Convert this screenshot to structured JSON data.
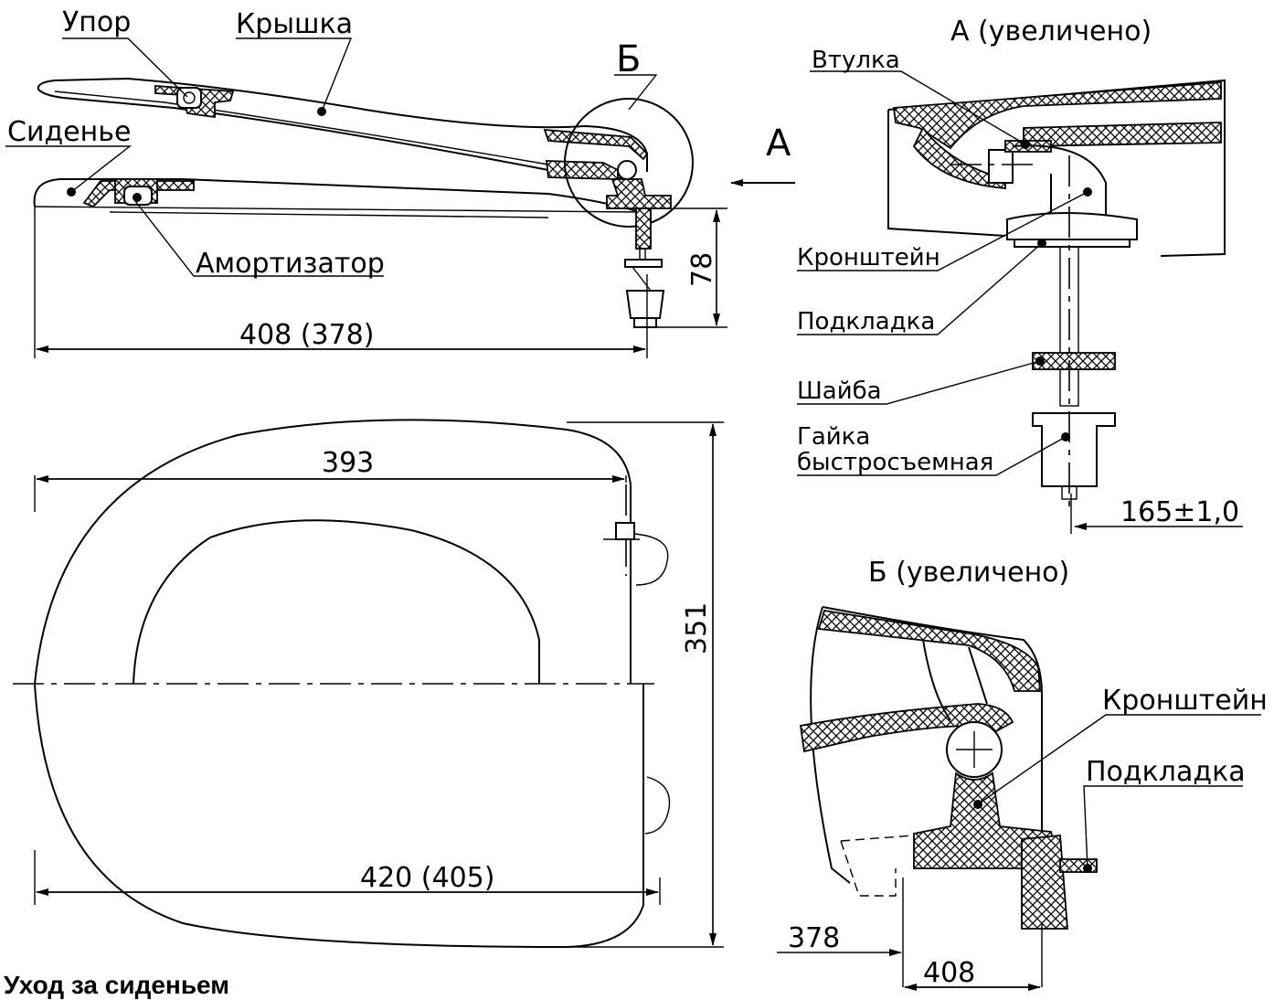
{
  "labels": {
    "upor": "Упор",
    "kryshka": "Крышка",
    "sidenye": "Сиденье",
    "amortizator": "Амортизатор",
    "section_b_marker": "Б",
    "view_a_marker": "А",
    "view_a_title": "А (увеличено)",
    "vtulka": "Втулка",
    "kronshtein_a": "Кронштейн",
    "podkladka_a": "Подкладка",
    "shaiba": "Шайба",
    "gaika_1": "Гайка",
    "gaika_2": "быстросъемная",
    "view_b_title": "Б (увеличено)",
    "kronshtein_b": "Кронштейн",
    "podkladka_b": "Подкладка"
  },
  "dimensions": {
    "side_length": "408 (378)",
    "side_height": "78",
    "top_length": "393",
    "bottom_length": "420 (405)",
    "width": "351",
    "bolt_spacing": "165±1,0",
    "detail_378": "378",
    "detail_408": "408"
  },
  "footer": {
    "caption": "Уход за сиденьем"
  }
}
